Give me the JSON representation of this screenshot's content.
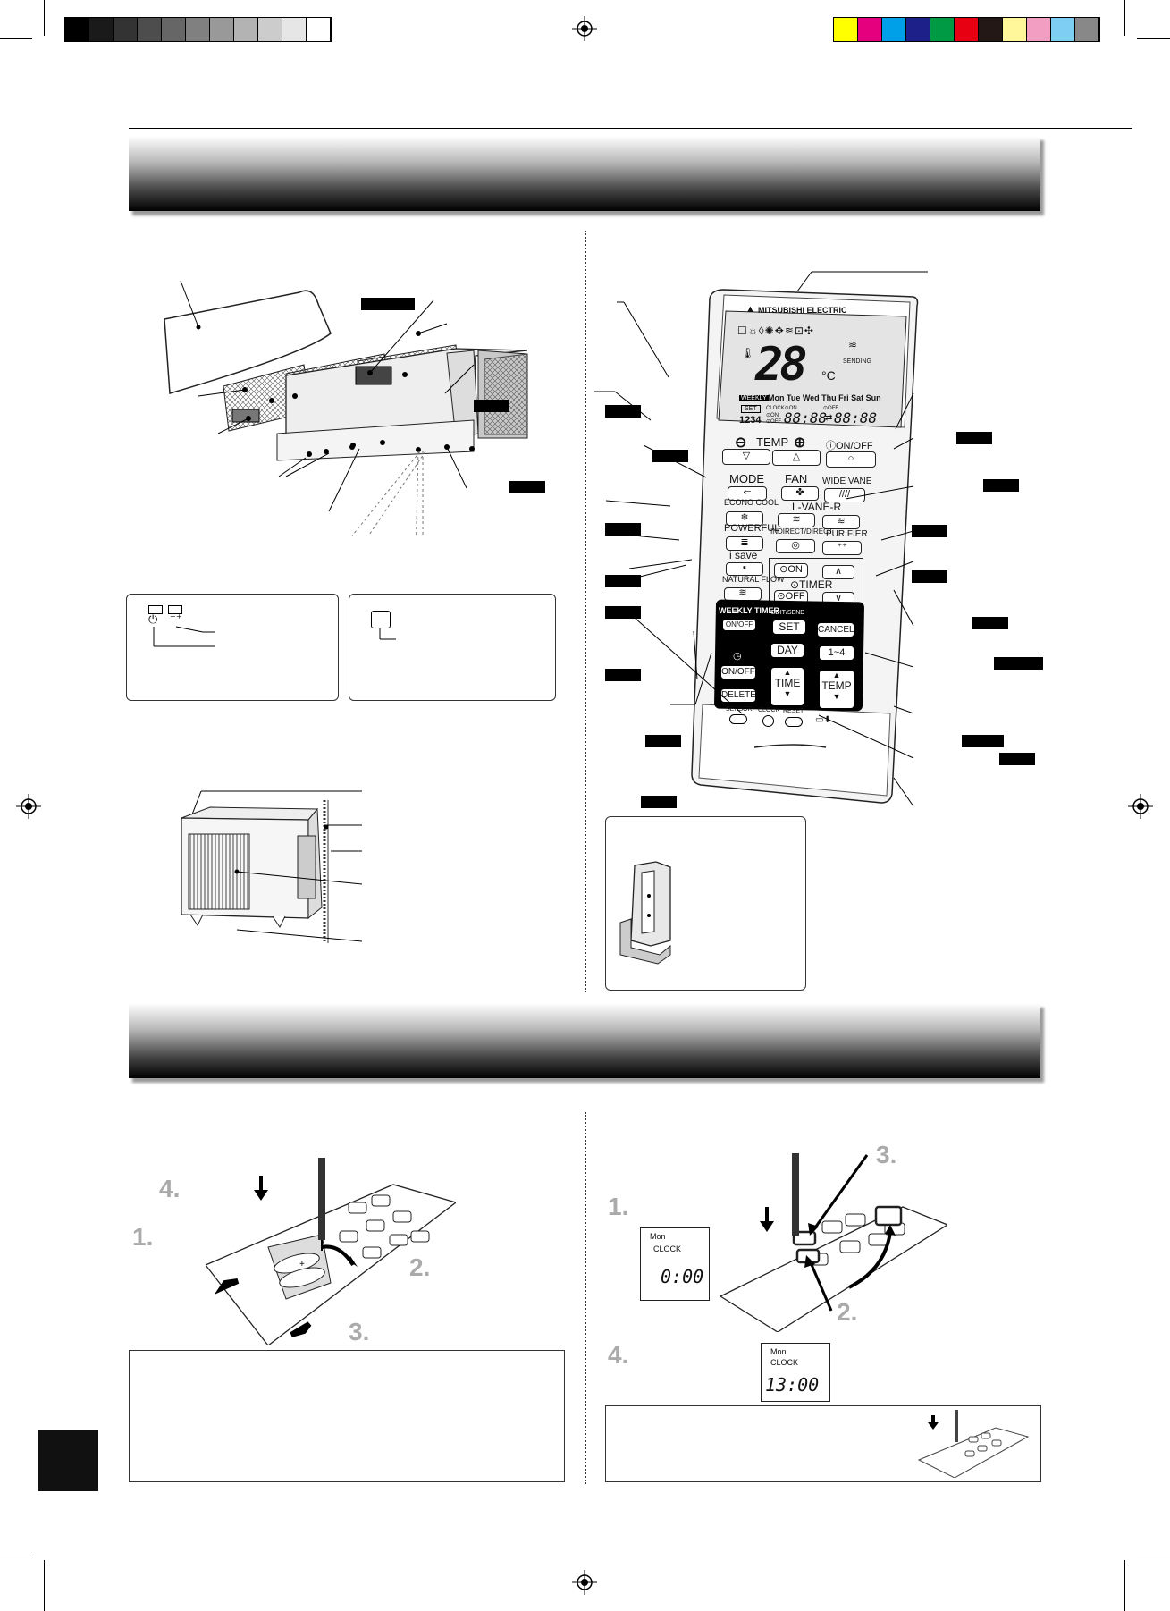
{
  "top_indicator_labels": {
    "on_off_symbol": "⏻",
    "purifier_symbol": "⁺⁺"
  },
  "remote": {
    "brand": "MITSUBISHI ELECTRIC",
    "display": {
      "temp_value": "28",
      "temp_unit": "°C",
      "sending": "SENDING",
      "weekly": "WEEKLY",
      "days": "Mon Tue Wed Thu Fri Sat Sun",
      "set": "SET",
      "clock_on": "CLOCK⊙ON",
      "off_label": "⊙OFF",
      "program_numbers": "1234",
      "on_small": "⊙ON",
      "off_small": "⊙OFF",
      "time_left": "88:88",
      "arrow": "⇄",
      "time_right": "88:88"
    },
    "buttons": {
      "temp_minus": "⊖",
      "temp_label": "TEMP",
      "temp_plus": "⊕",
      "on_off": "ⓘON/OFF",
      "mode": "MODE",
      "fan": "FAN",
      "wide_vane": "WIDE VANE",
      "econo_cool": "ECONO COOL",
      "l_vane_r": "L-VANE-R",
      "powerful": "POWERFUL",
      "indirect_direct": "INDIRECT/DIRECT",
      "purifier": "PURIFIER",
      "i_save": "i save",
      "natural_flow": "NATURAL FLOW",
      "timer_on": "⊙ON",
      "timer_label": "⊙TIMER",
      "timer_off": "⊙OFF",
      "weekly_timer": "WEEKLY TIMER",
      "weekly_on_off": "ON/OFF",
      "edit_send": "EDIT/SEND",
      "set": "SET",
      "cancel": "CANCEL",
      "day": "DAY",
      "program": "1~4",
      "on_off_small": "ON/OFF",
      "delete": "DELETE",
      "time": "TIME",
      "temp": "TEMP",
      "sensor": "SENSOR",
      "clock": "CLOCK",
      "reset": "RESET"
    }
  },
  "battery_steps": {
    "s1": "1.",
    "s2": "2.",
    "s3": "3.",
    "s4": "4."
  },
  "clock_steps": {
    "s1": "1.",
    "s2": "2.",
    "s3": "3.",
    "s4": "4.",
    "lcd1_day": "Mon",
    "lcd1_label": "CLOCK",
    "lcd1_time": "0:00",
    "lcd2_day": "Mon",
    "lcd2_label": "CLOCK",
    "lcd2_time": "13:00"
  },
  "colors": {
    "color_bar": [
      "#ffff00",
      "#e5007e",
      "#00a0e9",
      "#1d2088",
      "#009944",
      "#e60012",
      "#231815",
      "#fff799",
      "#f19ec2",
      "#7ecef4",
      "#888888"
    ],
    "gray_bar": [
      "#000000",
      "#1a1a1a",
      "#333333",
      "#4d4d4d",
      "#666666",
      "#808080",
      "#999999",
      "#b3b3b3",
      "#cccccc",
      "#e6e6e6",
      "#ffffff"
    ]
  }
}
